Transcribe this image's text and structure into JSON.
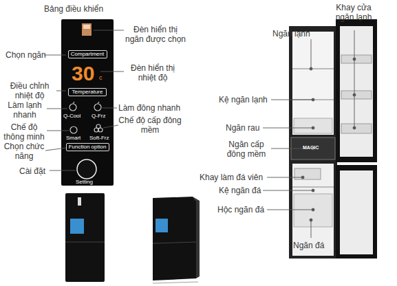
{
  "diagram": {
    "nodes": [
      {
        "text": [
          "Compartment"
        ]
      },
      {
        "text": [
          "Temperature"
        ]
      },
      {
        "text": [
          "Function option"
        ]
      }
    ],
    "labels": [
      "Bảng điều khiển",
      "Đèn hiển thị ngăn được chọn",
      "Chọn ngăn",
      "Đèn hiển thị nhiệt độ",
      "Điều chỉnh nhiệt độ",
      "Làm lạnh nhanh",
      "Làm đông nhanh",
      "Chế độ thông minh",
      "Chế độ cấp đông mềm",
      "Chọn chức năng",
      "Cài đặt",
      "30",
      "c",
      "Q-Cool",
      "Q-Frz",
      "Smart",
      "Soft-Frz",
      "Setting",
      "Ngăn lạnh",
      "Khay cửa ngăn lạnh",
      "Kệ ngăn lạnh",
      "Ngăn rau",
      "Ngăn cấp đông mềm",
      "Khay làm đá viên",
      "Kệ ngăn đá",
      "Hộc ngăn đá",
      "Ngăn đá",
      "MAGIC"
    ]
  }
}
